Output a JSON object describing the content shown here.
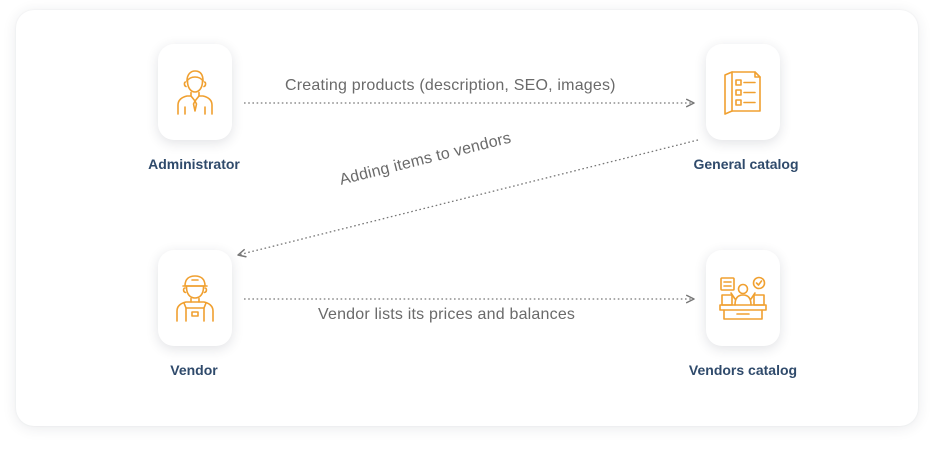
{
  "colors": {
    "icon": "#f0a030",
    "node_label": "#2f4a6b",
    "edge_label": "#6a6a6a",
    "connector": "#777777"
  },
  "nodes": {
    "administrator": {
      "label": "Administrator",
      "icon": "administrator-icon"
    },
    "general_catalog": {
      "label": "General catalog",
      "icon": "catalog-document-icon"
    },
    "vendor": {
      "label": "Vendor",
      "icon": "vendor-worker-icon"
    },
    "vendors_catalog": {
      "label": "Vendors catalog",
      "icon": "vendor-stalls-icon"
    }
  },
  "edges": {
    "admin_to_general": {
      "label": "Creating products (description, SEO, images)"
    },
    "general_to_vendor": {
      "label": "Adding items to vendors"
    },
    "vendor_to_vendors_catalog": {
      "label": "Vendor lists its prices and balances"
    }
  }
}
